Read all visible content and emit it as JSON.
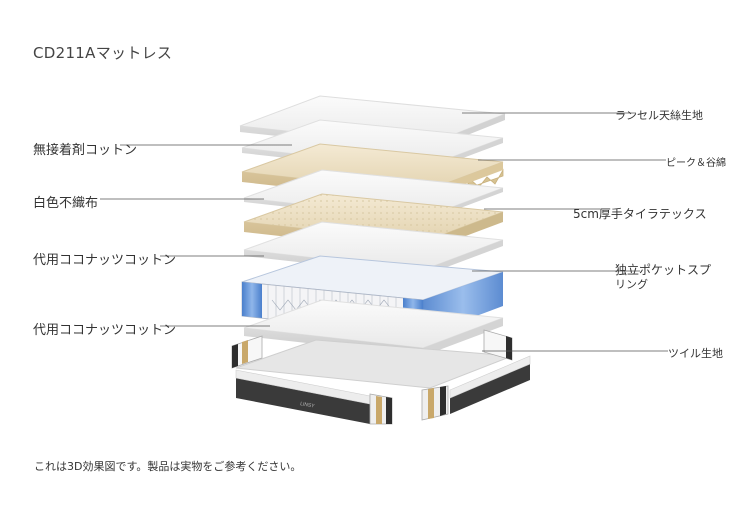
{
  "title": "CD211Aマットレス",
  "labels_left": [
    "無接着剤コットン",
    "白色不織布",
    "代用ココナッツコットン",
    "代用ココナッツコットン"
  ],
  "labels_right": [
    "ランセル天絲生地",
    "ピーク＆谷綿",
    "5cm厚手タイラテックス",
    "独立ポケットスプ",
    "リング",
    "ツイル生地"
  ],
  "brand": "LINSY",
  "footer": "これは3D効果図です。製品は実物をご参考ください。",
  "colors": {
    "latex": "#e9dcc0",
    "spring_blue": "#5b8fd6",
    "base_dark": "#3a3a3a"
  }
}
